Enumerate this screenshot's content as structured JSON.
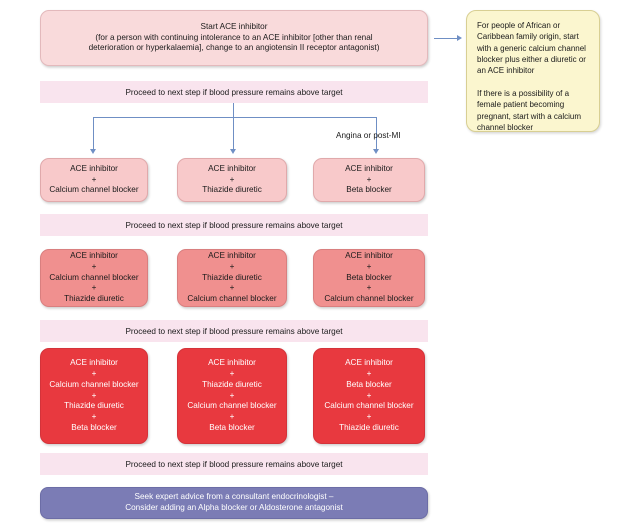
{
  "theme": {
    "start_fill": "#f9dadb",
    "aside_fill": "#fbf6cf",
    "banner_fill": "#f9e4ee",
    "tier1_fill": "#f8c9ca",
    "tier2_fill": "#f0908f",
    "tier3_fill": "#e8393f",
    "final_fill": "#7b7cb5",
    "connector_color": "#6f8fc4"
  },
  "start": {
    "line1": "Start ACE inhibitor",
    "line2": "(for a person with continuing intolerance to an ACE inhibitor [other than renal",
    "line3": "deterioration or hyperkalaemia], change to an angiotensin II receptor antagonist)"
  },
  "aside": {
    "paragraph1": "For people of African or Caribbean family origin, start with a generic calcium channel blocker plus either a diuretic or an ACE inhibitor",
    "paragraph2": "If there is a possibility of a female patient becoming pregnant, start with a calcium channel blocker"
  },
  "banners": {
    "step1": "Proceed to next step if blood pressure remains above target",
    "step2": "Proceed to next step if blood pressure remains above target",
    "step3": "Proceed to next step if blood pressure remains above target",
    "step4": "Proceed to next step if blood pressure remains above target"
  },
  "branch_label": "Angina or post-MI",
  "separator": "+",
  "tier1": [
    {
      "drugs": [
        "ACE inhibitor",
        "Calcium channel blocker"
      ]
    },
    {
      "drugs": [
        "ACE inhibitor",
        "Thiazide diuretic"
      ]
    },
    {
      "drugs": [
        "ACE inhibitor",
        "Beta blocker"
      ]
    }
  ],
  "tier2": [
    {
      "drugs": [
        "ACE inhibitor",
        "Calcium channel blocker",
        "Thiazide diuretic"
      ]
    },
    {
      "drugs": [
        "ACE inhibitor",
        "Thiazide diuretic",
        "Calcium channel blocker"
      ]
    },
    {
      "drugs": [
        "ACE inhibitor",
        "Beta blocker",
        "Calcium channel blocker"
      ]
    }
  ],
  "tier3": [
    {
      "drugs": [
        "ACE inhibitor",
        "Calcium channel blocker",
        "Thiazide diuretic",
        "Beta blocker"
      ]
    },
    {
      "drugs": [
        "ACE inhibitor",
        "Thiazide diuretic",
        "Calcium channel blocker",
        "Beta blocker"
      ]
    },
    {
      "drugs": [
        "ACE inhibitor",
        "Beta blocker",
        "Calcium channel blocker",
        "Thiazide diuretic"
      ]
    }
  ],
  "final": {
    "line1": "Seek expert advice from a consultant endocrinologist –",
    "line2": "Consider adding an Alpha blocker or Aldosterone antagonist"
  }
}
